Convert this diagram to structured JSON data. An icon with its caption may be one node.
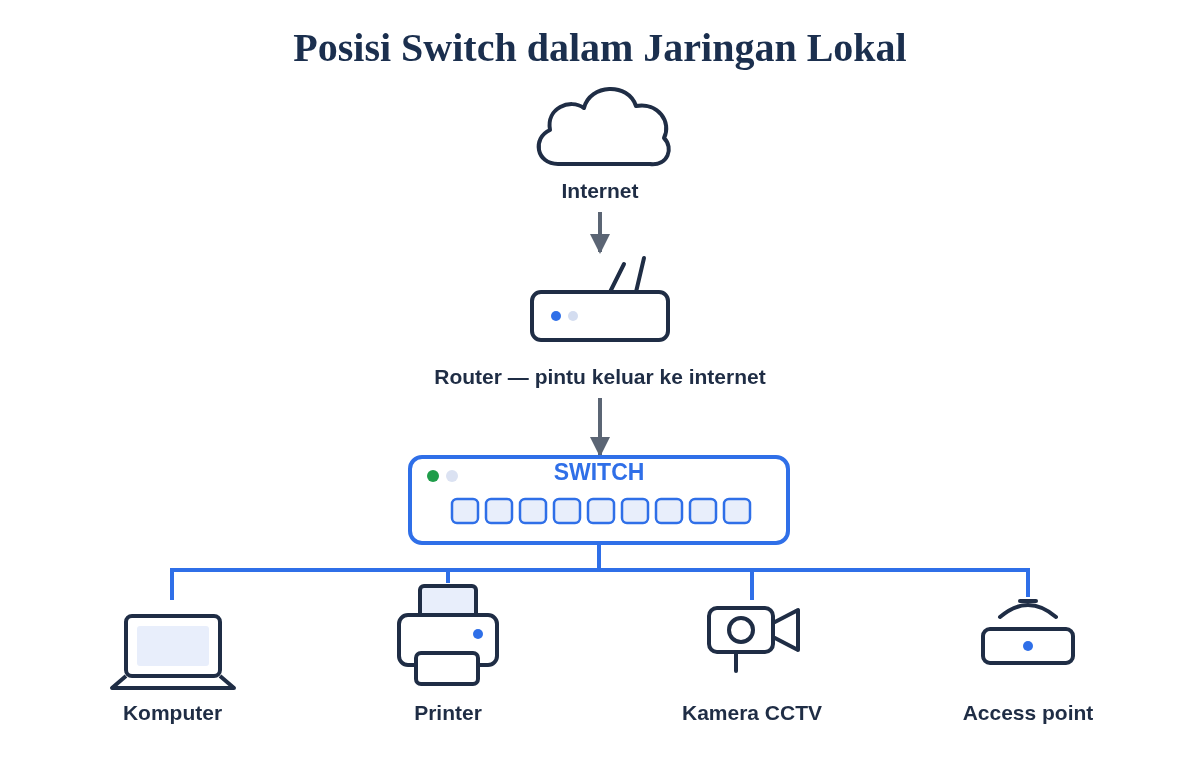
{
  "diagram": {
    "title": "Posisi Switch dalam Jaringan Lokal",
    "nodes": [
      {
        "text": [
          "Internet"
        ]
      },
      {
        "text": [
          "Router — pintu keluar ke internet"
        ]
      },
      {
        "text": [
          "SWITCH"
        ]
      },
      {
        "text": [
          "Komputer"
        ]
      },
      {
        "text": [
          "Printer"
        ]
      },
      {
        "text": [
          "Kamera CCTV"
        ]
      },
      {
        "text": [
          "Access point"
        ]
      }
    ],
    "edges": [
      {
        "from": 0,
        "to": 1,
        "arrow": "to",
        "color": "#5b6574"
      },
      {
        "from": 1,
        "to": 2,
        "arrow": "to",
        "color": "#5b6574"
      },
      {
        "from": 2,
        "to": 3,
        "arrow": "none"
      },
      {
        "from": 2,
        "to": 4,
        "arrow": "none"
      },
      {
        "from": 2,
        "to": 5,
        "arrow": "none"
      },
      {
        "from": 2,
        "to": 6,
        "arrow": "none"
      }
    ]
  }
}
